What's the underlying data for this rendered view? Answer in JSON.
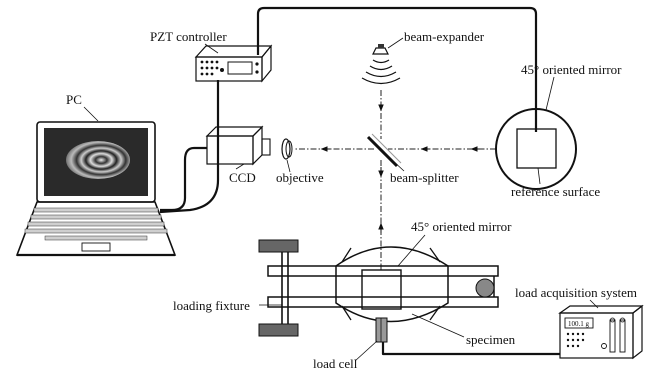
{
  "labels": {
    "pzt_controller": "PZT controller",
    "beam_expander": "beam-expander",
    "mirror_top": "45° oriented mirror",
    "pc": "PC",
    "ccd": "CCD",
    "objective": "objective",
    "beam_splitter": "beam-splitter",
    "reference_surface": "reference surface",
    "mirror_bottom": "45° oriented mirror",
    "load_acquisition": "load acquisition system",
    "loading_fixture": "loading fixture",
    "specimen": "specimen",
    "load_cell": "load cell",
    "lcd_reading": "100.1 g"
  }
}
